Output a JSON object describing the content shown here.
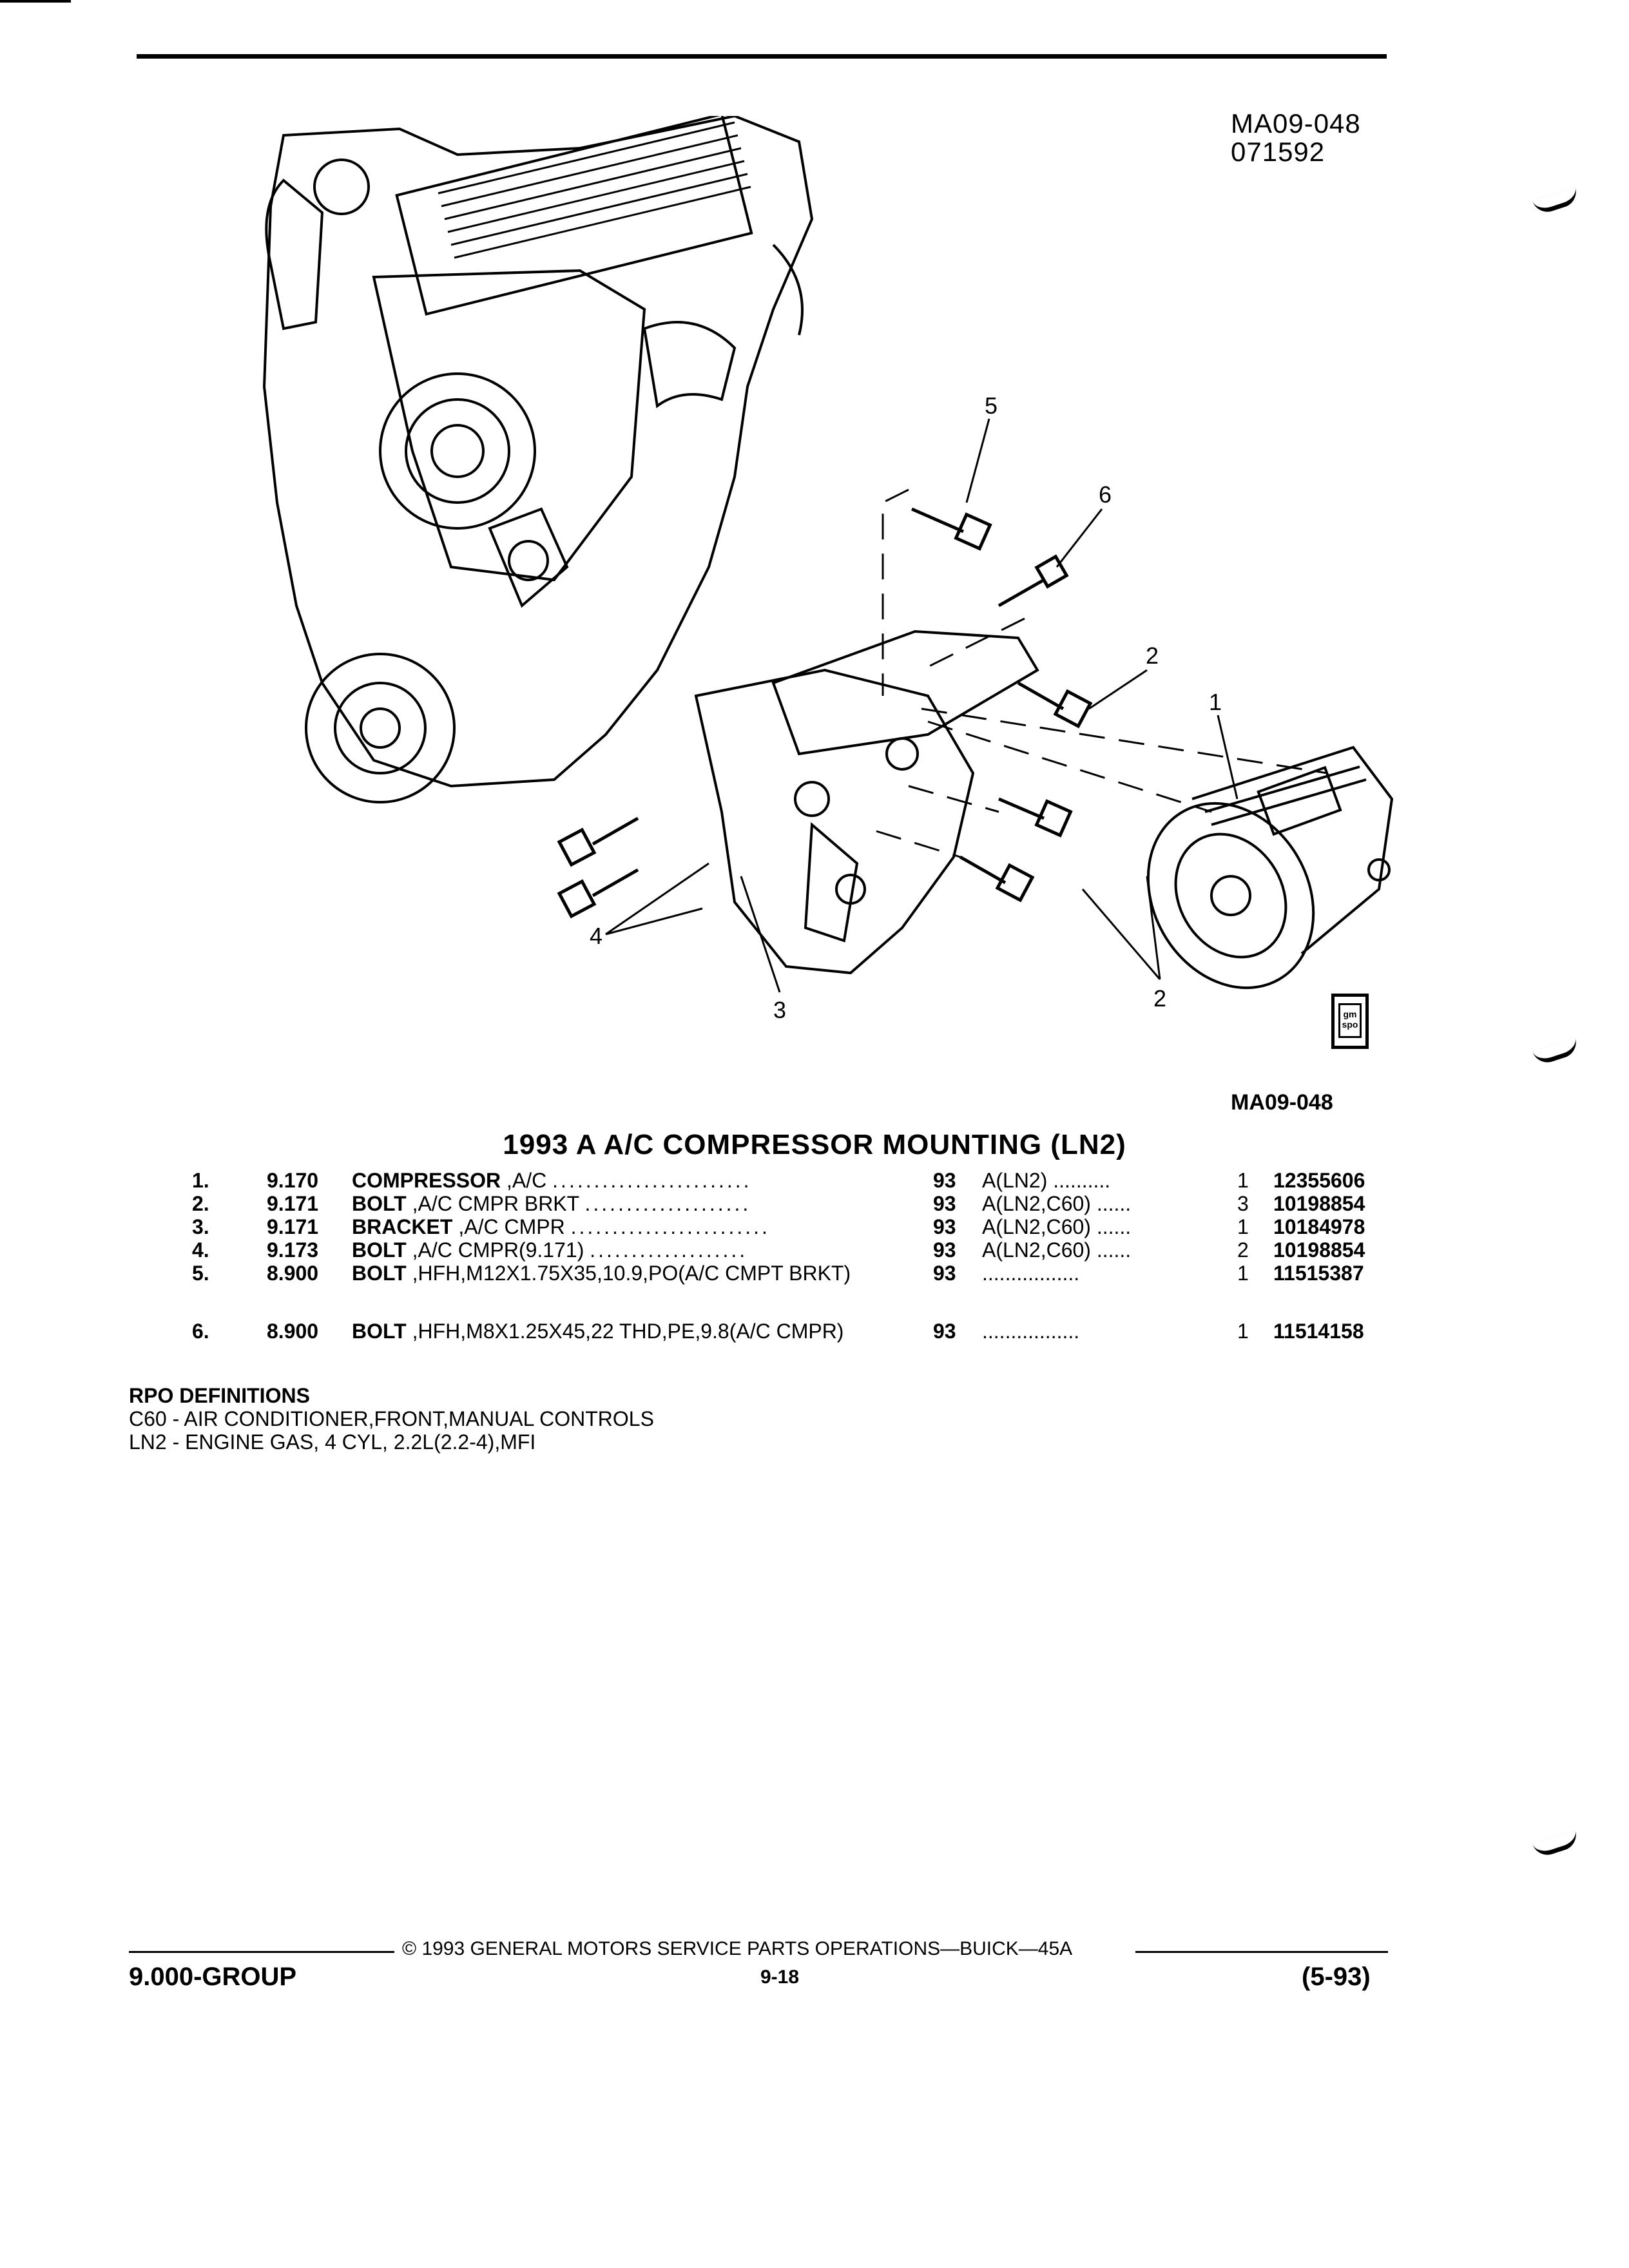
{
  "diagram": {
    "id_top": "MA09-048",
    "date_code": "071592",
    "id_bottom": "MA09-048",
    "callouts": [
      "1",
      "2",
      "2",
      "3",
      "4",
      "5",
      "6"
    ],
    "logo_text": "gm spo"
  },
  "title": "1993 A A/C COMPRESSOR MOUNTING (LN2)",
  "parts": [
    {
      "num": "1.",
      "group": "9.170",
      "name": "COMPRESSOR",
      "detail": " ,A/C",
      "leader": "........................",
      "year": "93",
      "usage": "A(LN2)  ..........",
      "qty": "1",
      "part_no": "12355606"
    },
    {
      "num": "2.",
      "group": "9.171",
      "name": "BOLT",
      "detail": " ,A/C CMPR BRKT",
      "leader": "....................",
      "year": "93",
      "usage": "A(LN2,C60)  ......",
      "qty": "3",
      "part_no": "10198854"
    },
    {
      "num": "3.",
      "group": "9.171",
      "name": "BRACKET",
      "detail": " ,A/C CMPR",
      "leader": "........................",
      "year": "93",
      "usage": "A(LN2,C60)  ......",
      "qty": "1",
      "part_no": "10184978"
    },
    {
      "num": "4.",
      "group": "9.173",
      "name": "BOLT",
      "detail": " ,A/C CMPR(9.171)",
      "leader": "...................",
      "year": "93",
      "usage": "A(LN2,C60)  ......",
      "qty": "2",
      "part_no": "10198854"
    },
    {
      "num": "5.",
      "group": "8.900",
      "name": "BOLT",
      "detail": " ,HFH,M12X1.75X35,10.9,PO(A/C CMPT BRKT)",
      "leader": "",
      "year": "93",
      "usage": ".................",
      "qty": "1",
      "part_no": "11515387"
    },
    {
      "num": "6.",
      "group": "8.900",
      "name": "BOLT",
      "detail": " ,HFH,M8X1.25X45,22 THD,PE,9.8(A/C CMPR)",
      "leader": "",
      "year": "93",
      "usage": ".................",
      "qty": "1",
      "part_no": "11514158"
    }
  ],
  "rpo": {
    "heading": "RPO DEFINITIONS",
    "lines": [
      "C60 - AIR CONDITIONER,FRONT,MANUAL CONTROLS",
      "LN2 - ENGINE GAS, 4 CYL, 2.2L(2.2-4),MFI"
    ]
  },
  "footer": {
    "copyright": "© 1993 GENERAL MOTORS SERVICE PARTS OPERATIONS—BUICK—45A",
    "group": "9.000-GROUP",
    "page": "9-18",
    "date": "(5-93)"
  }
}
